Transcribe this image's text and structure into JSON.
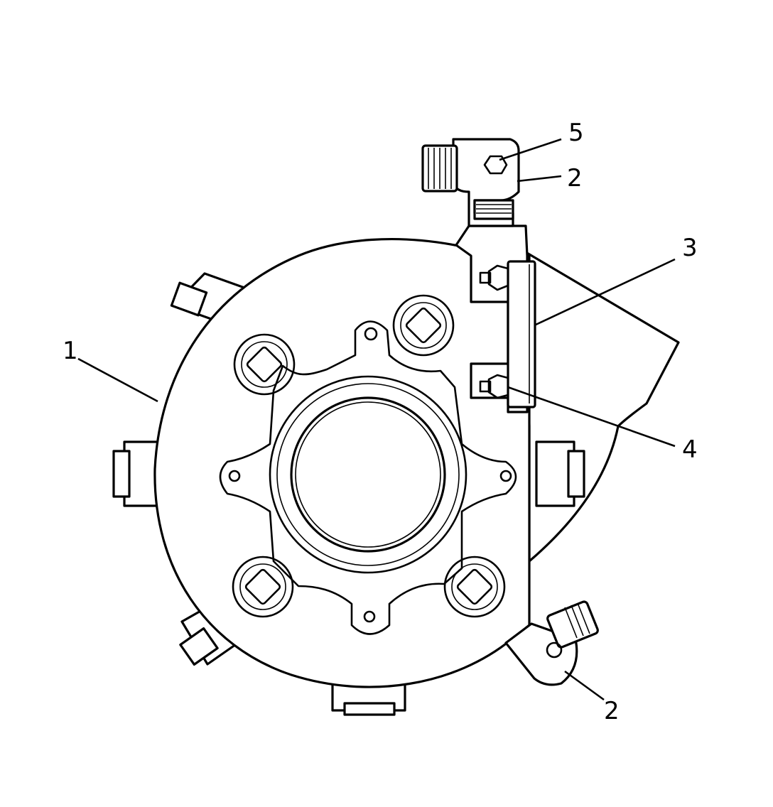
{
  "callouts": [
    {
      "id": "1",
      "label": "1"
    },
    {
      "id": "2-upper",
      "label": "2"
    },
    {
      "id": "2-lower",
      "label": "2"
    },
    {
      "id": "3",
      "label": "3"
    },
    {
      "id": "4",
      "label": "4"
    },
    {
      "id": "5",
      "label": "5"
    }
  ]
}
